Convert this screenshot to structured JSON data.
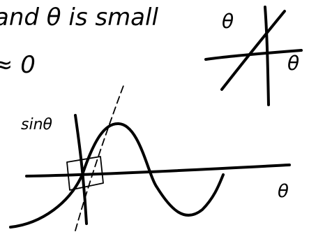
{
  "notes": {
    "top_line": "and θ is small",
    "second_line": "≈ 0"
  },
  "small_graph": {
    "axis_label_top": "θ",
    "axis_label_right": "θ"
  },
  "large_graph": {
    "y_label": "sinθ",
    "x_label": "θ"
  },
  "colors": {
    "ink": "#000000",
    "background": "#ffffff"
  }
}
